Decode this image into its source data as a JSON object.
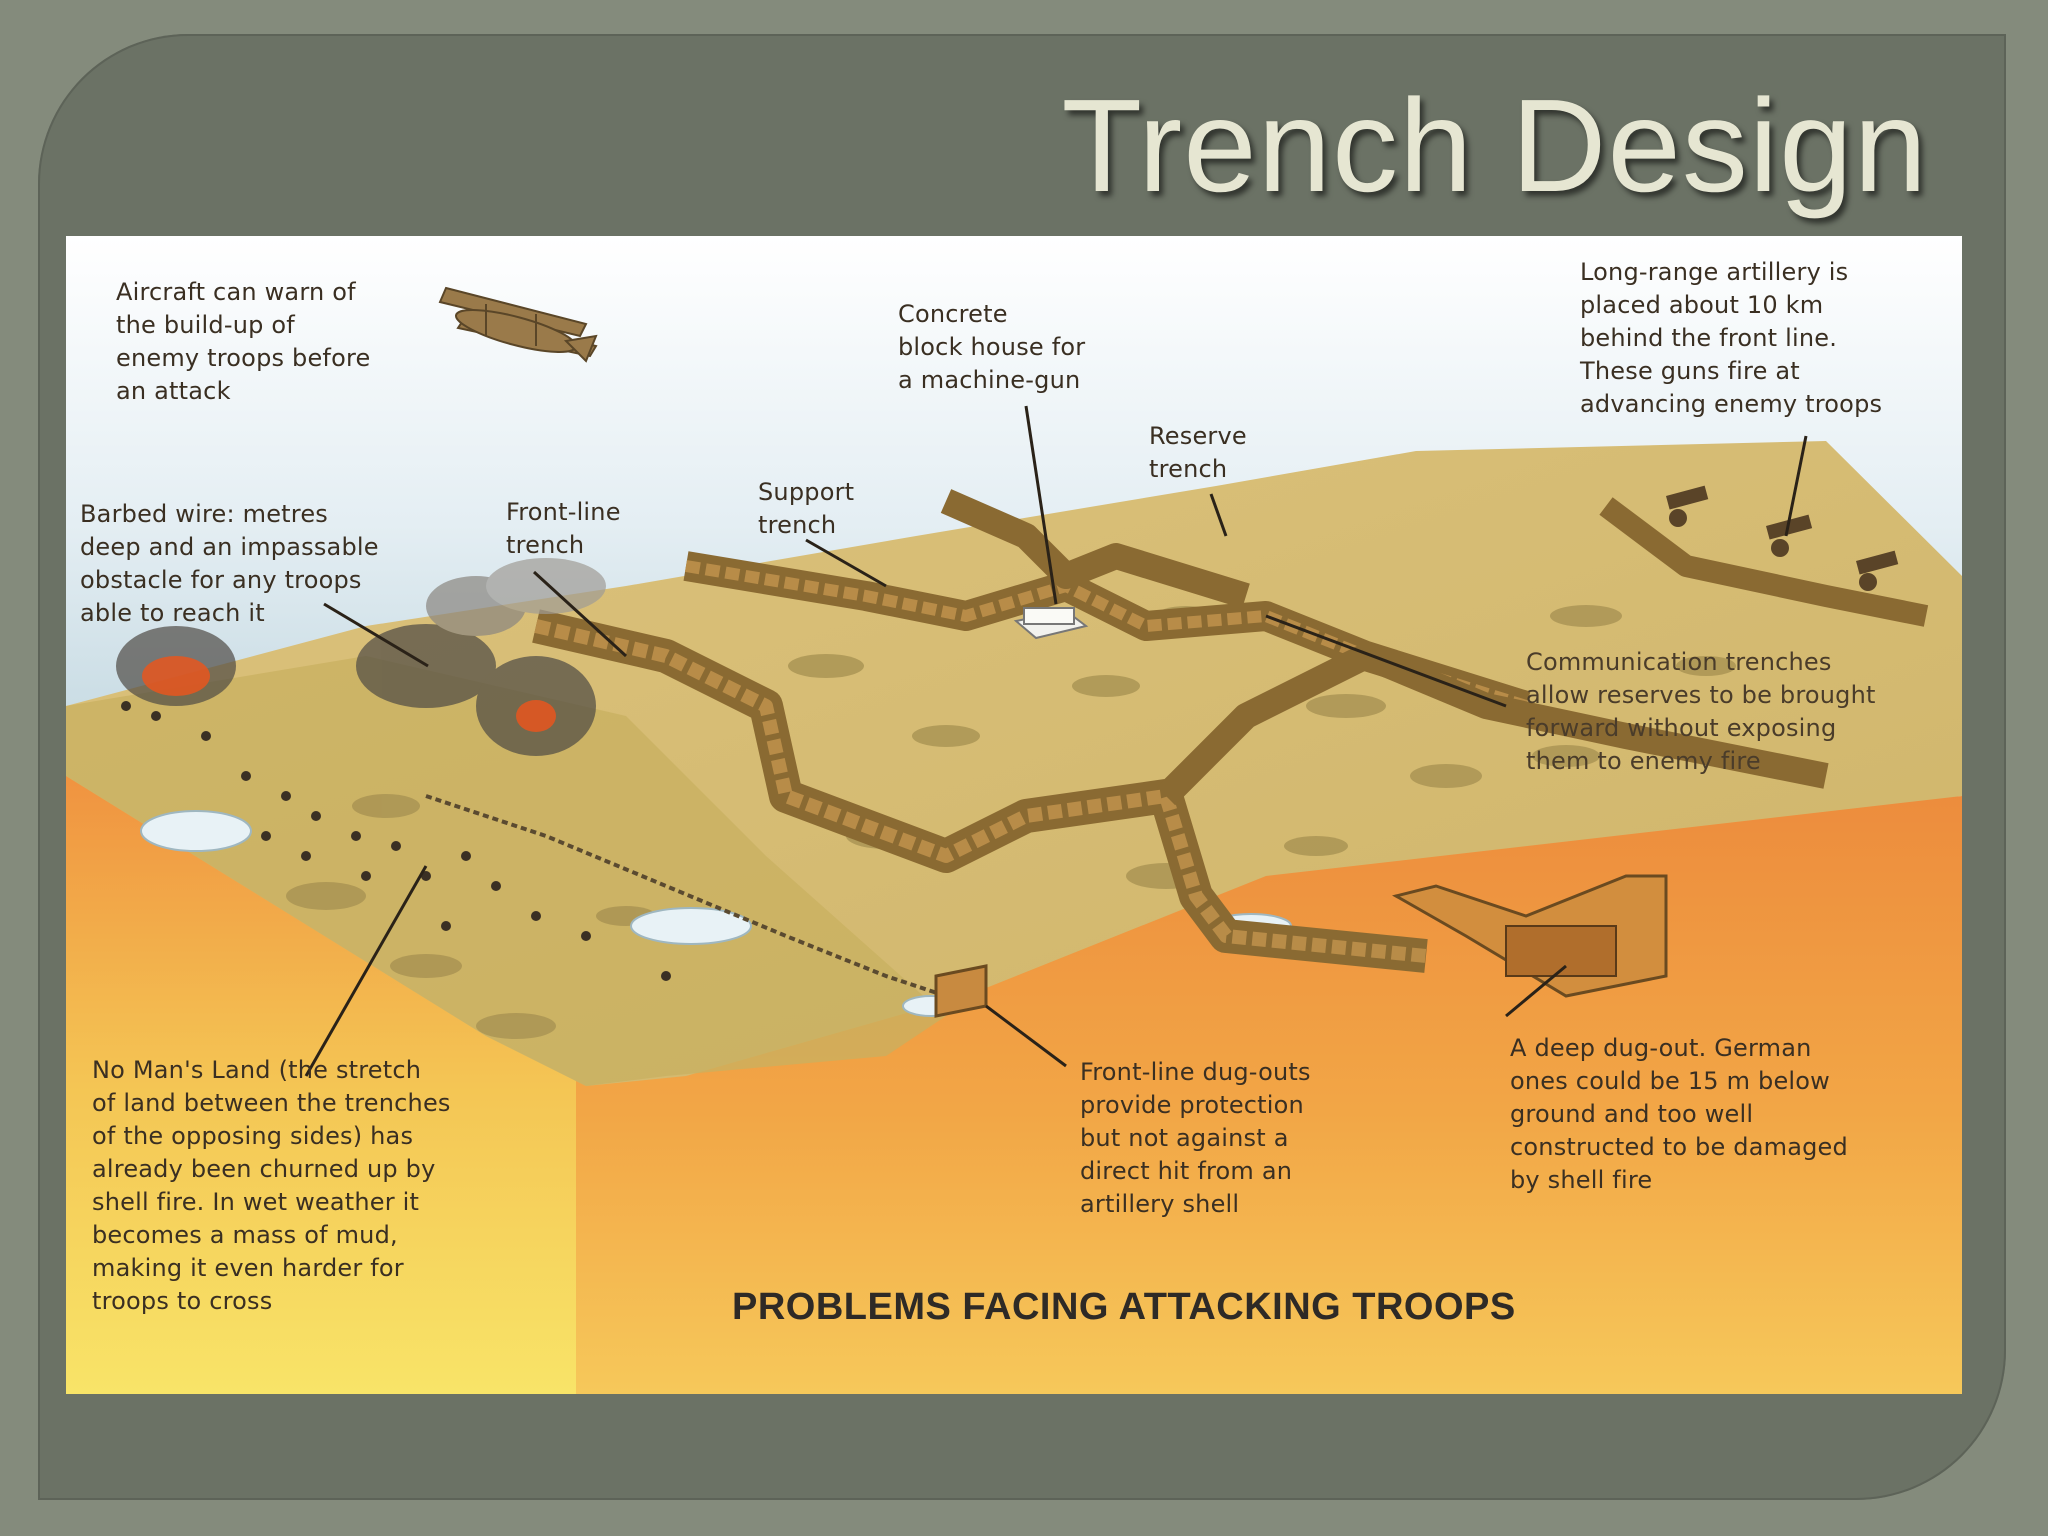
{
  "slide": {
    "title": "Trench Design"
  },
  "diagram": {
    "caption": "PROBLEMS FACING ATTACKING TROOPS",
    "labels": {
      "aircraft": "Aircraft can warn of\nthe build-up of\nenemy troops before\nan attack",
      "blockhouse": "Concrete\nblock house for\na machine-gun",
      "artillery": "Long-range artillery is\nplaced about 10 km\nbehind the front line.\nThese guns fire at\nadvancing enemy troops",
      "reserve": "Reserve\ntrench",
      "support": "Support\ntrench",
      "frontline": "Front-line\ntrench",
      "barbed_wire": "Barbed wire: metres\ndeep and an impassable\nobstacle for any troops\nable to reach it",
      "communication": "Communication trenches\nallow reserves to be brought\nforward without exposing\nthem to enemy fire",
      "no_mans_land": "No Man's Land (the stretch\nof land between the trenches\nof the opposing sides) has\nalready been churned up by\nshell fire. In wet weather it\nbecomes a mass of mud,\nmaking it even harder for\ntroops to cross",
      "frontline_dugouts": "Front-line dug-outs\nprovide protection\nbut not against a\ndirect hit from an\nartillery shell",
      "deep_dugout": "A deep dug-out. German\nones could be 15 m below\nground and too well\nconstructed to be damaged\nby shell fire"
    }
  }
}
